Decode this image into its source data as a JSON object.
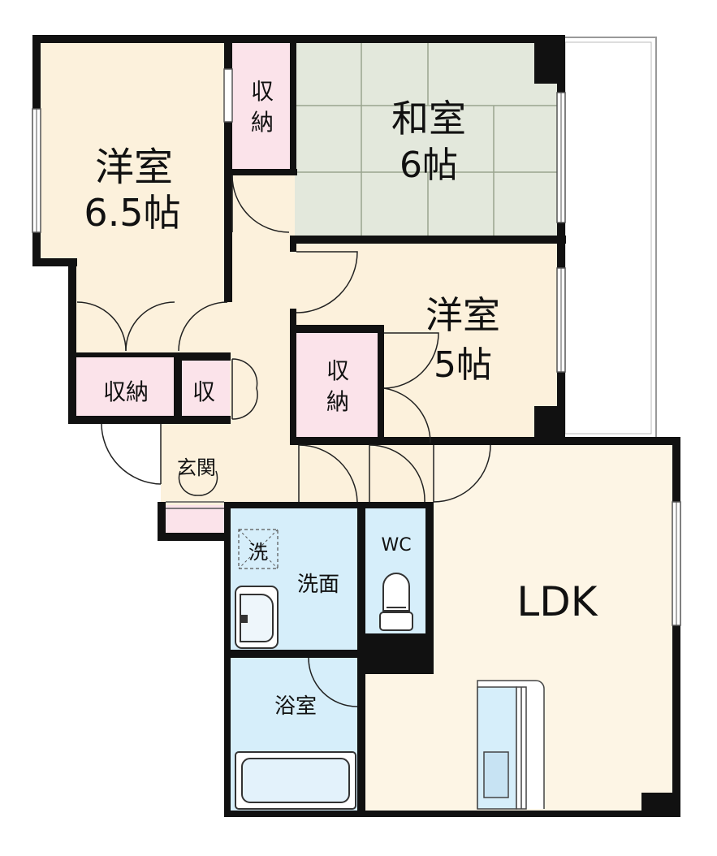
{
  "rooms": {
    "western_left": {
      "name": "洋室",
      "size": "6.5帖"
    },
    "japanese": {
      "name": "和室",
      "size": "6帖"
    },
    "western_right": {
      "name": "洋室",
      "size": "5帖"
    },
    "ldk": {
      "name": "LDK"
    },
    "closet_top": {
      "line1": "収",
      "line2": "納"
    },
    "closet_left": {
      "name": "収納"
    },
    "closet_small": {
      "name": "収"
    },
    "closet_right": {
      "line1": "収",
      "line2": "納"
    },
    "entrance": {
      "name": "玄関"
    },
    "washroom": {
      "name": "洗面"
    },
    "washer": {
      "name": "洗"
    },
    "toilet": {
      "name": "WC"
    },
    "bathroom": {
      "name": "浴室"
    }
  },
  "colors": {
    "western": "#fcf1dc",
    "japanese": "#e3e8dc",
    "closet": "#fbe3ea",
    "wet": "#d6eefa",
    "ldk": "#fdf5e5",
    "wall": "#111111"
  }
}
